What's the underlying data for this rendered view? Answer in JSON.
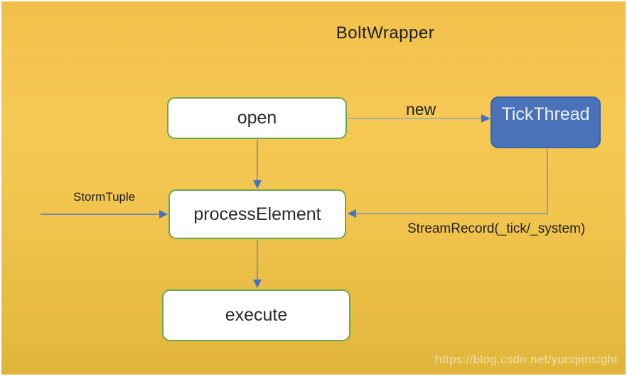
{
  "title": "BoltWrapper",
  "nodes": {
    "open": {
      "label": "open"
    },
    "tickthread": {
      "label": "TickThread"
    },
    "process": {
      "label": "processElement"
    },
    "execute": {
      "label": "execute"
    }
  },
  "edges": {
    "open_to_tickthread_label": "new",
    "stormtuple_in_label": "StormTuple",
    "tickthread_to_process_label": "StreamRecord(_tick/_system)"
  },
  "watermark": "https://blog.csdn.net/yunqiinsight",
  "colors": {
    "background_gold": "#f2c24d",
    "node_border_green": "#6aa84f",
    "node_fill_white": "#ffffff",
    "tickthread_fill": "#4a72b8",
    "tickthread_border": "#3d63a6",
    "arrow_blue": "#4472c4",
    "line_gray_blue": "#7a8fb5",
    "text_dark": "#1f1f1f",
    "watermark_color": "rgba(255,250,238,0.62)"
  }
}
